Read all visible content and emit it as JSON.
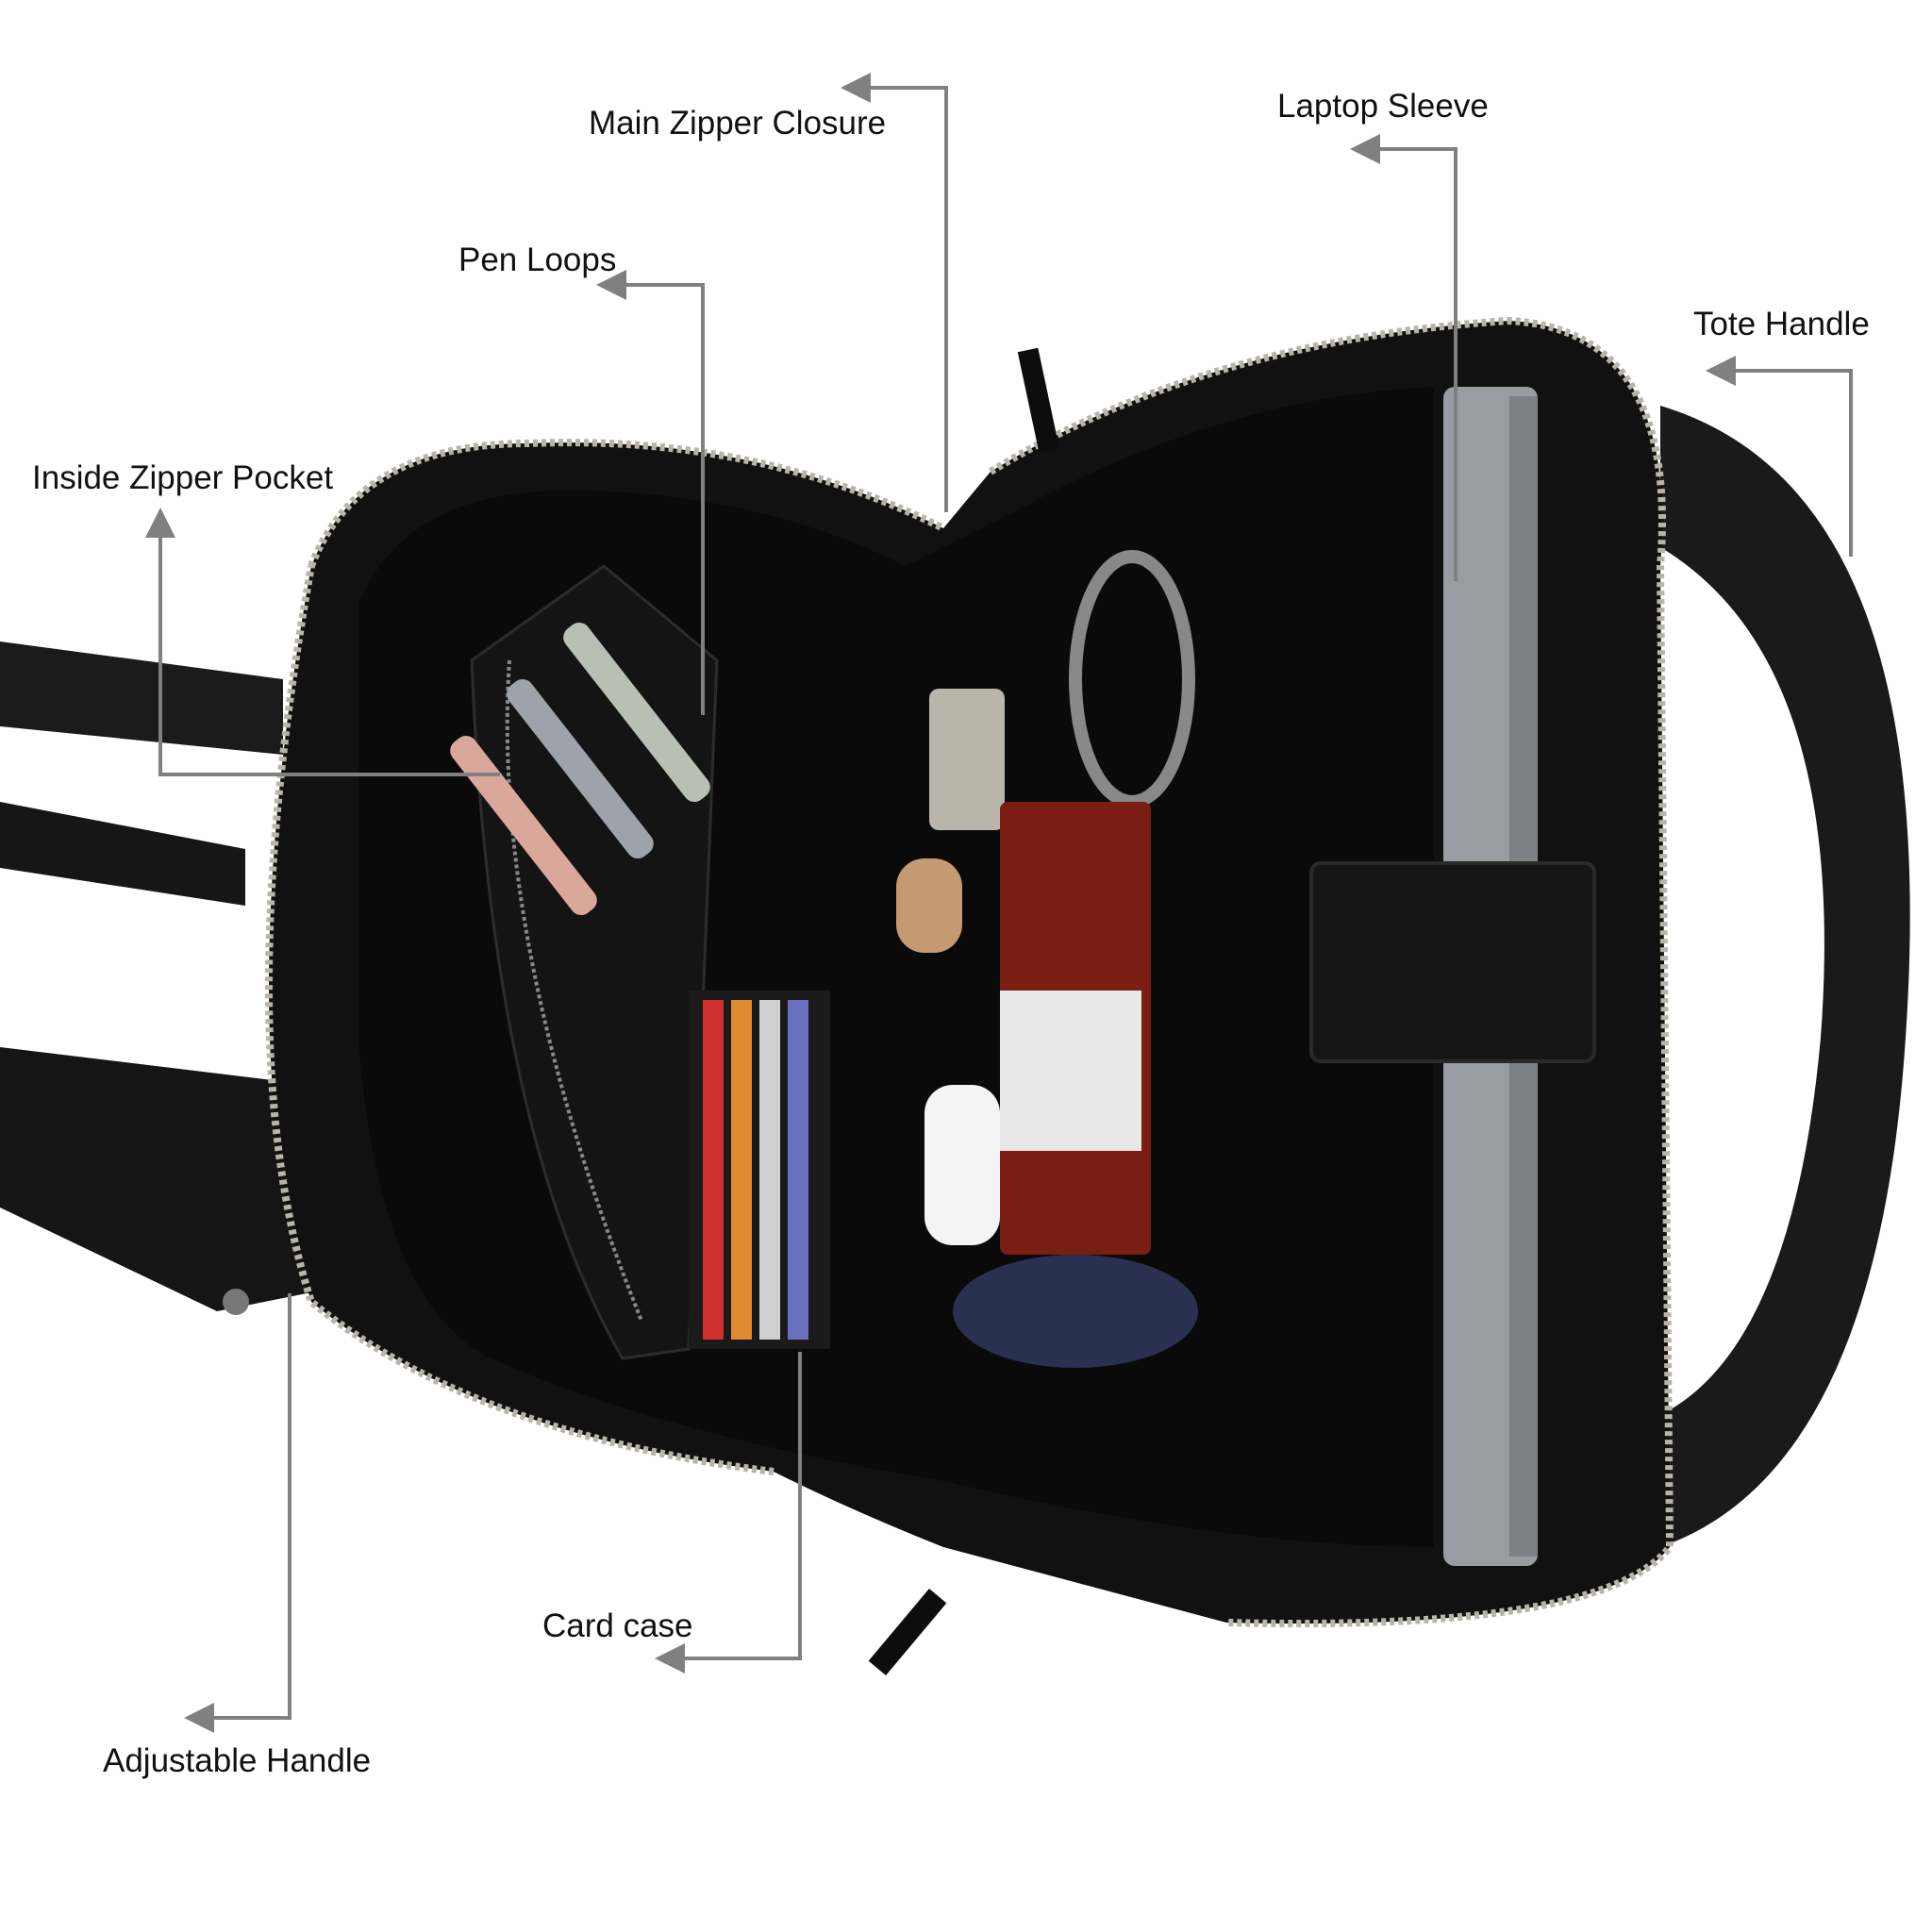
{
  "labels": {
    "main_zipper_closure": "Main Zipper Closure",
    "laptop_sleeve": "Laptop Sleeve",
    "pen_loops": "Pen Loops",
    "tote_handle": "Tote Handle",
    "inside_zipper_pocket": "Inside Zipper Pocket",
    "card_case": "Card case",
    "adjustable_handle": "Adjustable Handle"
  },
  "colors": {
    "leader_line": "#808080",
    "leather": "#161616",
    "lining": "#0c0c0c",
    "zipper": "#b9b4aa",
    "laptop": "#9a9ca3"
  }
}
